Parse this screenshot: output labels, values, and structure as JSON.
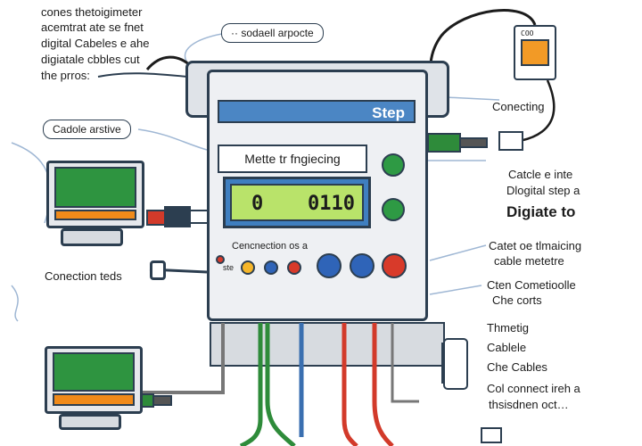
{
  "texts": {
    "top_left_1": "cones thetoigimeter",
    "top_left_2": "acemtrat ate se fnet",
    "top_left_3": "digital Cabeles e ahe",
    "top_left_4": "digiatale cbbles cut",
    "top_left_5": "the prros:",
    "callout_top": "·· sodaell arpocte",
    "callout_left": "Cadole arstive",
    "connection_label": "Conection teds",
    "connecting": "Conecting",
    "right_1a": "Catcle e inte",
    "right_1b": "Dlogital step a",
    "right_1c": "Digiate to",
    "right_2a": "Catet oe tlmaicing",
    "right_2b": "cable metetre",
    "right_3a": "Cten Cometioolle",
    "right_3b": "Che corts",
    "right_4a": "Thmetig",
    "right_4b": "Cablele",
    "right_4c": "Che Cables",
    "right_5a": "Col connect ireh a",
    "right_5b": "thsisdnen oct…"
  },
  "meter": {
    "step_label": "Step",
    "title": "Mette tr fngiecing",
    "lcd_left": "0",
    "lcd_right": "0110",
    "sub_label": "Cencnection os a",
    "small_label": "ste"
  },
  "handheld": {
    "top_text": "COO"
  },
  "colors": {
    "outline": "#2c3e50",
    "step_bar": "#4b86c4",
    "lcd": "#b9e36a",
    "device_screen": "#2e9440",
    "device_band": "#f08a1a",
    "wire_green": "#2e8b3a",
    "wire_blue": "#3a6fb0",
    "wire_red": "#d23a2a",
    "knob_green": "#2e9a44",
    "knob_blue": "#2f64b8",
    "knob_red": "#d83a2a"
  }
}
